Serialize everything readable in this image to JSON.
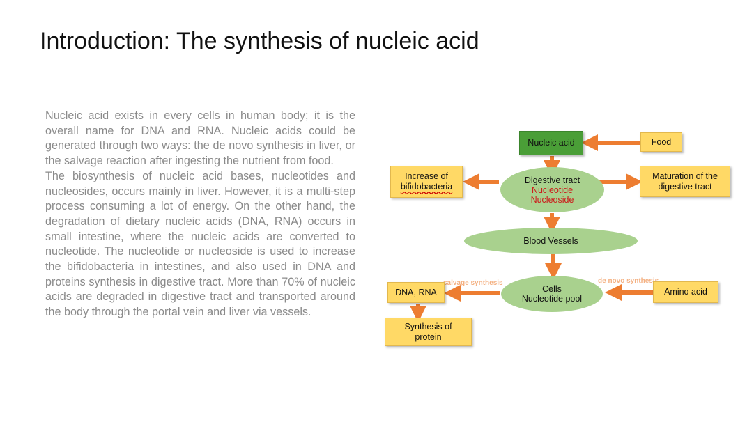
{
  "title": "Introduction: The synthesis of nucleic acid",
  "paragraphs": [
    "Nucleic acid exists in every cells in human body; it is the overall name for DNA and RNA. Nucleic acids could be generated through two ways: the de novo synthesis in liver, or the salvage reaction after ingesting the nutrient from food.",
    "The biosynthesis of nucleic acid bases, nucleotides and nucleosides, occurs mainly in liver. However, it is a multi-step process consuming a lot of energy. On the other hand, the degradation of dietary nucleic acids (DNA, RNA) occurs in small intestine, where the nucleic acids are converted to nucleotide. The nucleotide or nucleoside is used to increase the bifidobacteria in intestines, and also used in DNA and proteins synthesis in digestive tract. More than 70% of nucleic acids are degraded in digestive tract and transported around the body through the portal vein and liver via vessels."
  ],
  "diagram": {
    "nucleic_acid": "Nucleic acid",
    "food": "Food",
    "increase_line1": "Increase of",
    "increase_line2": "bifidobacteria",
    "digestive_tract": "Digestive tract",
    "nucleotide": "Nucleotide",
    "nucleoside": "Nucleoside",
    "maturation_line1": "Maturation of the",
    "maturation_line2": "digestive tract",
    "blood_vessels": "Blood Vessels",
    "cells": "Cells",
    "nucleotide_pool": "Nucleotide pool",
    "dna_rna": "DNA, RNA",
    "amino_acid": "Amino acid",
    "protein_line1": "Synthesis of",
    "protein_line2": "protein",
    "salvage_label": "salvage synthesis",
    "denovo_label": "de novo synthesis"
  },
  "colors": {
    "arrow": "#ed7d31",
    "box_fill": "#ffd966",
    "green_box": "#4a9e37",
    "ellipse_fill": "#a9d18e",
    "highlight_text": "#cc1a1a"
  }
}
